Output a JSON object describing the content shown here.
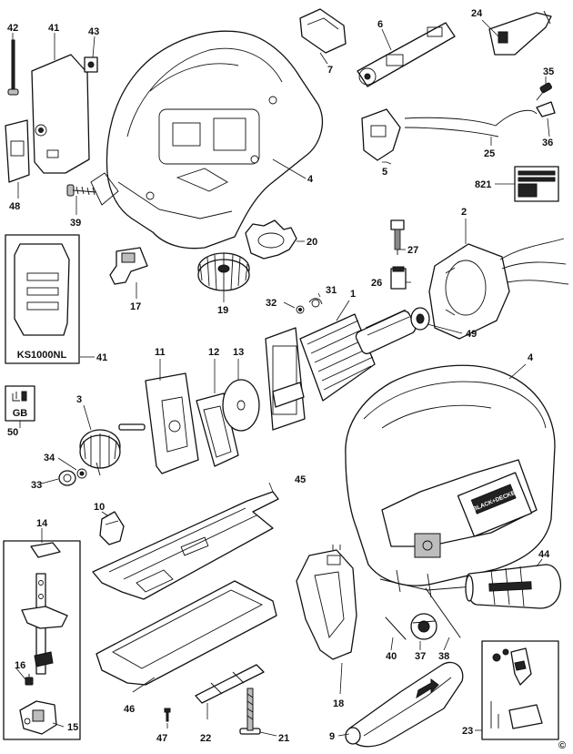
{
  "labels": {
    "p1": "1",
    "p2": "2",
    "p3": "3",
    "p4a": "4",
    "p4b": "4",
    "p5": "5",
    "p6": "6",
    "p7": "7",
    "p9": "9",
    "p10": "10",
    "p11": "11",
    "p12": "12",
    "p13": "13",
    "p14": "14",
    "p15": "15",
    "p16": "16",
    "p17": "17",
    "p18": "18",
    "p19": "19",
    "p20": "20",
    "p21": "21",
    "p22": "22",
    "p23": "23",
    "p24": "24",
    "p25": "25",
    "p26": "26",
    "p27": "27",
    "p31": "31",
    "p32": "32",
    "p33": "33",
    "p34": "34",
    "p35": "35",
    "p36": "36",
    "p37": "37",
    "p38": "38",
    "p39": "39",
    "p40": "40",
    "p41a": "41",
    "p41b": "41",
    "p42": "42",
    "p43": "43",
    "p44": "44",
    "p45": "45",
    "p46": "46",
    "p47": "47",
    "p48": "48",
    "p49": "49",
    "p50": "50",
    "p821": "821"
  },
  "variant_box": {
    "model": "KS1000NL"
  },
  "plug_box": {
    "region": "GB"
  },
  "brand_text": "BLACK+DECKER",
  "corner_mark": "©"
}
